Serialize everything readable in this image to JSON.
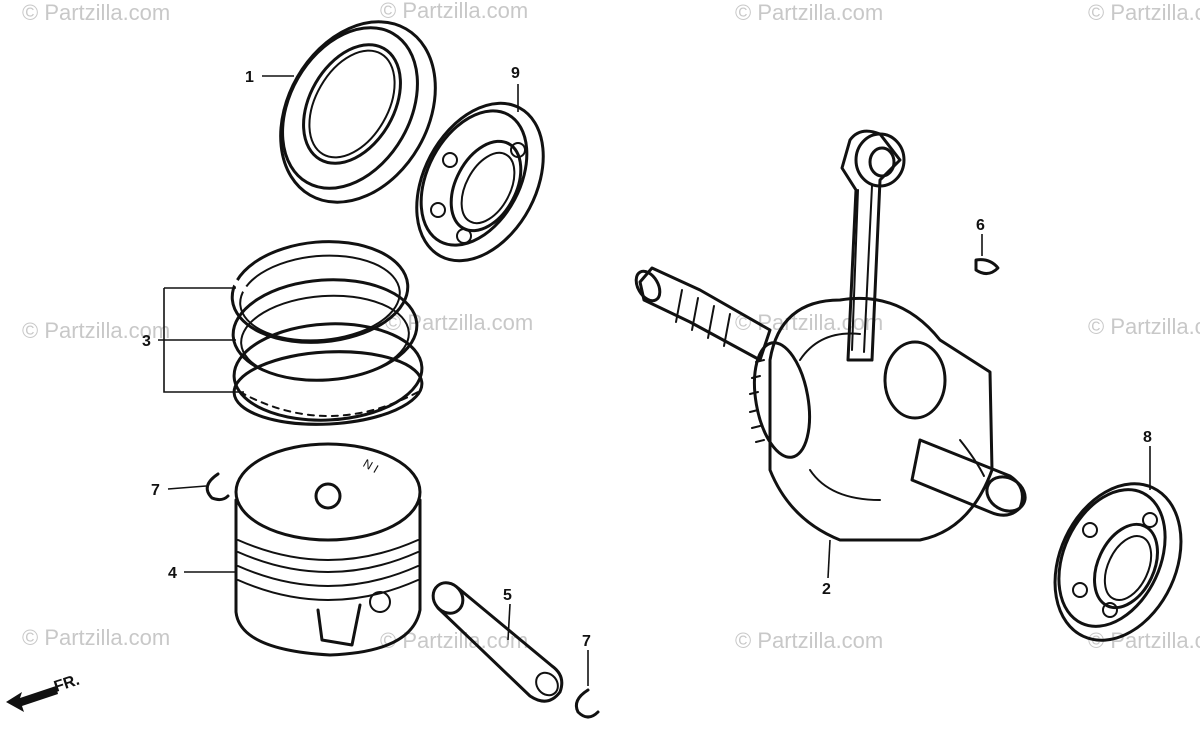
{
  "watermark": "© Partzilla.com",
  "piston_mark": "N I",
  "direction_label": "FR.",
  "callouts": [
    {
      "id": "1"
    },
    {
      "id": "2"
    },
    {
      "id": "3"
    },
    {
      "id": "4"
    },
    {
      "id": "5"
    },
    {
      "id": "6"
    },
    {
      "id": "7"
    },
    {
      "id": "7"
    },
    {
      "id": "8"
    },
    {
      "id": "9"
    }
  ]
}
